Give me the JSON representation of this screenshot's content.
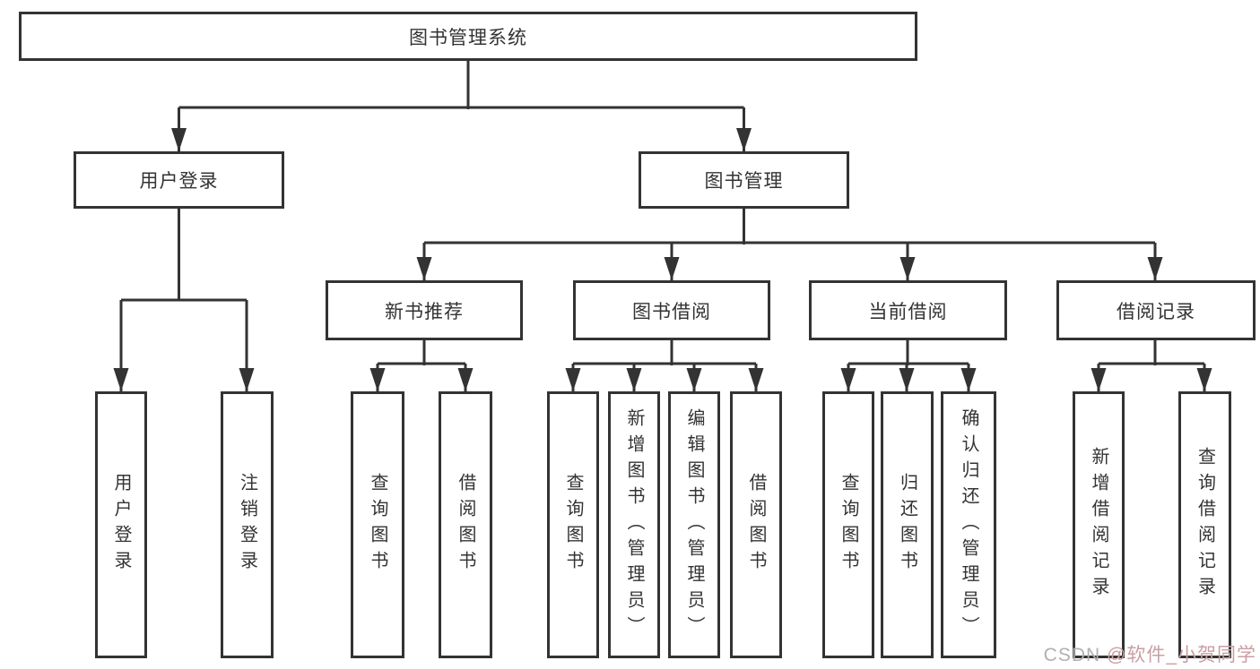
{
  "tree": {
    "label": "图书管理系统",
    "children": [
      {
        "label": "用户登录",
        "children": [
          {
            "label": "用户登录"
          },
          {
            "label": "注销登录"
          }
        ]
      },
      {
        "label": "图书管理",
        "children": [
          {
            "label": "新书推荐",
            "children": [
              {
                "label": "查询图书"
              },
              {
                "label": "借阅图书"
              }
            ]
          },
          {
            "label": "图书借阅",
            "children": [
              {
                "label": "查询图书"
              },
              {
                "label": "新增图书（管理员）"
              },
              {
                "label": "编辑图书（管理员）"
              },
              {
                "label": "借阅图书"
              }
            ]
          },
          {
            "label": "当前借阅",
            "children": [
              {
                "label": "查询图书"
              },
              {
                "label": "归还图书"
              },
              {
                "label": "确认归还（管理员）"
              }
            ]
          },
          {
            "label": "借阅记录",
            "children": [
              {
                "label": "新增借阅记录"
              },
              {
                "label": "查询借阅记录"
              }
            ]
          }
        ]
      }
    ]
  },
  "watermark": {
    "prefix": "CSDN ",
    "handle": "@软件_小贺同学"
  },
  "colors": {
    "line": "#333333",
    "text": "#333333",
    "background": "#ffffff",
    "watermark_gray": "#b3afb1",
    "watermark_pink": "#c99fa3"
  }
}
